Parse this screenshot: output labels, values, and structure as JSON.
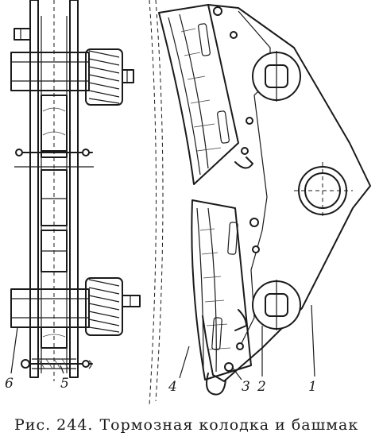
{
  "figure": {
    "caption_number": "Рис. 244.",
    "caption_text": "Тормозная колодка и башмак"
  },
  "callouts": {
    "c1": "1",
    "c2": "2",
    "c3": "3",
    "c4": "4",
    "c5": "5",
    "c6": "6"
  }
}
